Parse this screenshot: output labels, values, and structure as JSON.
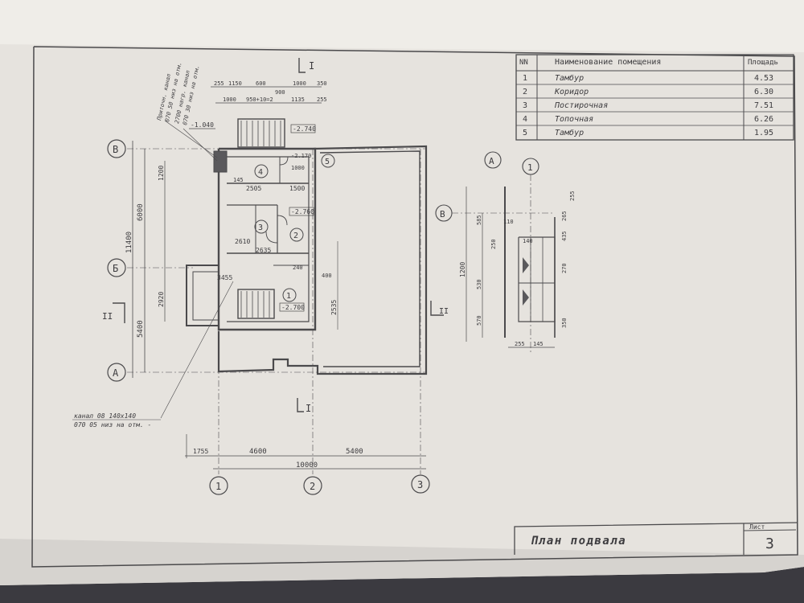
{
  "rooms_table": {
    "headers": [
      "NN",
      "Наименование помещения",
      "Площадь"
    ],
    "rows": [
      {
        "no": "1",
        "name": "Тамбур",
        "area": "4.53"
      },
      {
        "no": "2",
        "name": "Коридор",
        "area": "6.30"
      },
      {
        "no": "3",
        "name": "Постирочная",
        "area": "7.51"
      },
      {
        "no": "4",
        "name": "Топочная",
        "area": "6.26"
      },
      {
        "no": "5",
        "name": "Тамбур",
        "area": "1.95"
      }
    ]
  },
  "title_block": {
    "title": "План подвала",
    "sheet_label": "Лист",
    "sheet_number": "3"
  },
  "axes": {
    "rows": [
      "В",
      "Б",
      "А"
    ],
    "cols": [
      "1",
      "2",
      "3"
    ],
    "detail_row": "В",
    "detail_col_letter": "А",
    "detail_col_number": "1"
  },
  "section_marks": {
    "top": "I",
    "bottom": "I",
    "left": "II",
    "right": "II"
  },
  "dimensions": {
    "left_total": "11400",
    "left_a": "6000",
    "left_b": "5400",
    "left_c": "2920",
    "left_d": "1200",
    "bottom_1": "1755",
    "bottom_2": "4600",
    "bottom_3": "5400",
    "bottom_total": "10000",
    "top_1": "1150",
    "top_2": "600",
    "top_3": "1000",
    "top_4": "350",
    "top_5": "255",
    "top_6": "1000",
    "top_7": "950+10=2",
    "top_8": "1135",
    "top_9": "255",
    "top_10": "900",
    "inner_1": "2505",
    "inner_2": "2635",
    "inner_3": "3455",
    "inner_4": "2535",
    "inner_5": "1500",
    "inner_6": "1000",
    "inner_7": "2610",
    "inner_8": "240",
    "inner_9": "400",
    "inner_10": "145"
  },
  "levels": {
    "l1": "-1.040",
    "l2": "-2.740",
    "l3": "-2.760",
    "l4": "-2.700",
    "l5": "-2.170"
  },
  "room_labels": [
    "1",
    "2",
    "3",
    "4",
    "5"
  ],
  "notes": {
    "vent_top": [
      "Приточн. канал",
      "070 50 низ на отм.",
      "2700 нагр. канал",
      "070 30 низ на отм."
    ],
    "canal_note_1": "канал 08 140х140",
    "canal_note_2": "070 05 низ на отм. -"
  },
  "detail_dims": {
    "d1": "585",
    "d2": "1200",
    "d3": "530",
    "d4": "570",
    "d5": "250",
    "d6": "140",
    "d7": "110",
    "d8": "435",
    "d9": "255",
    "d10": "145",
    "d11": "265",
    "d12": "350",
    "d13": "270",
    "d14": "255"
  }
}
